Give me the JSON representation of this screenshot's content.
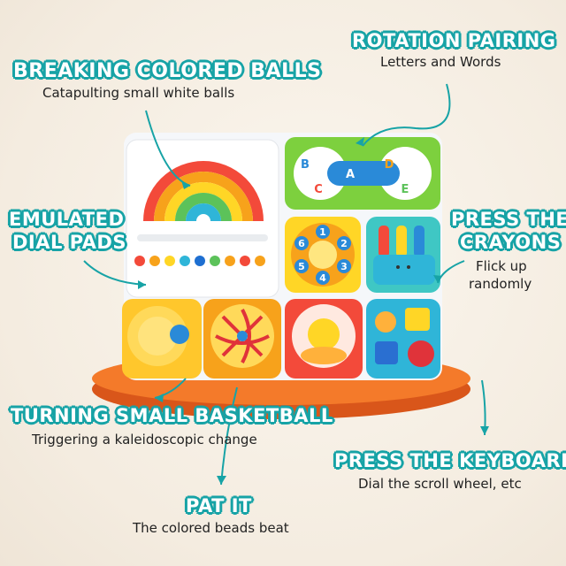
{
  "labels": {
    "breaking": {
      "title": "BREAKING COLORED BALLS",
      "sub": "Catapulting small white balls"
    },
    "rotation": {
      "title": "ROTATION PAIRING",
      "sub": "Letters and Words"
    },
    "dial": {
      "title_line1": "EMULATED",
      "title_line2": "DIAL PADS"
    },
    "crayons": {
      "title_line1": "PRESS THE",
      "title_line2": "CRAYONS",
      "sub_line1": "Flick up",
      "sub_line2": "randomly"
    },
    "basketball": {
      "title": "TURNING SMALL BASKETBALL",
      "sub": "Triggering a kaleidoscopic change"
    },
    "keyboard": {
      "title": "PRESS THE KEYBOARD",
      "sub": "Dial the scroll wheel, etc"
    },
    "pat": {
      "title": "PAT IT",
      "sub": "The colored beads beat"
    }
  },
  "toy": {
    "letters": [
      "A",
      "B",
      "C",
      "D",
      "E"
    ],
    "dial_numbers": [
      "1",
      "2",
      "3",
      "4",
      "5",
      "6"
    ]
  },
  "colors": {
    "accent": "#17a3a6",
    "base": "#f26b1d",
    "panel": "#ffffff"
  }
}
